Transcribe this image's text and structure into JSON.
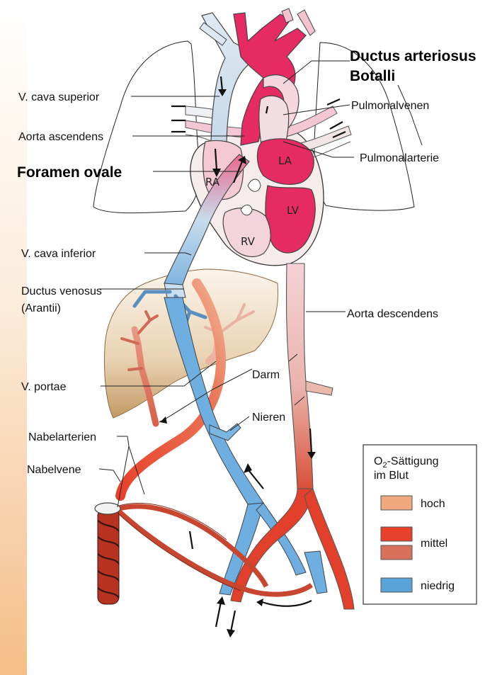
{
  "labels": {
    "v_cava_superior": "V. cava superior",
    "aorta_ascendens": "Aorta ascendens",
    "foramen_ovale": "Foramen ovale",
    "v_cava_inferior": "V. cava inferior",
    "ductus_venosus_1": "Ductus venosus",
    "ductus_venosus_2": "(Arantii)",
    "v_portae": "V. portae",
    "nabelarterien": "Nabelarterien",
    "nabelvene": "Nabelvene",
    "ductus_arteriosus_1": "Ductus arteriosus",
    "ductus_arteriosus_2": "Botalli",
    "pulmonalvenen": "Pulmonalvenen",
    "pulmonalarterie": "Pulmonalarterie",
    "aorta_descendens": "Aorta descendens",
    "darm": "Darm",
    "nieren": "Nieren"
  },
  "chambers": {
    "ra": "RA",
    "la": "LA",
    "lv": "LV",
    "rv": "RV"
  },
  "legend": {
    "title_prefix": "O",
    "title_sub": "2",
    "title_suffix": "-Sättigung",
    "title_line2": "im Blut",
    "items": [
      {
        "label": "hoch",
        "colors": [
          "#f0a97e"
        ]
      },
      {
        "label": "mittel",
        "colors": [
          "#e8402a",
          "#d9705a"
        ]
      },
      {
        "label": "niedrig",
        "colors": [
          "#5aa3d9"
        ]
      }
    ]
  },
  "colors": {
    "high": "#e8245e",
    "high_pink": "#f2a6b8",
    "medium": "#e2402a",
    "medium_light": "#d97560",
    "low": "#6fb0e0",
    "low_pale": "#dbe9f4",
    "liver": "#cbab7e",
    "outline": "#333333"
  }
}
